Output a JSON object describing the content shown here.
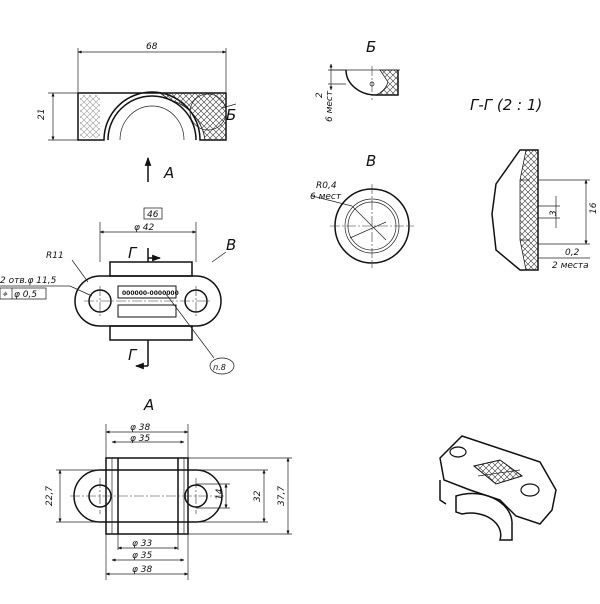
{
  "title": "",
  "views": {
    "top": {
      "width_dim": "68",
      "height_dim": "21",
      "detail_callout": "Б",
      "view_arrow": "A"
    },
    "detail_b": {
      "label": "Б",
      "note_line1": "2",
      "note_line2": "6 мест"
    },
    "detail_v": {
      "label": "В",
      "note_line1": "R0,4",
      "note_line2": "6 мест"
    },
    "section": {
      "label": "Г-Г (2 : 1)",
      "dim_16": "16",
      "dim_3": "3",
      "dim_02": "0,2",
      "dim_02_note": "2 места"
    },
    "front": {
      "dim_46": "46",
      "dim_phi42": "φ 42",
      "radius": "R11",
      "holes": "2 отв.φ 11,5",
      "tolerance_symbol": "⌖",
      "tolerance_value": "φ 0,5",
      "section_mark": "Г",
      "detail_callout": "В",
      "marking_text": "000000-0000000",
      "note_ref": "п.8"
    },
    "view_a": {
      "label": "A",
      "dim_phi38_top": "φ 38",
      "dim_phi35_top": "φ 35",
      "dim_227": "22,7",
      "dim_14": "14",
      "dim_32": "32",
      "dim_377": "37,7",
      "dim_phi33": "φ 33",
      "dim_phi35_bottom": "φ 35",
      "dim_phi38_bottom": "φ 38"
    }
  }
}
